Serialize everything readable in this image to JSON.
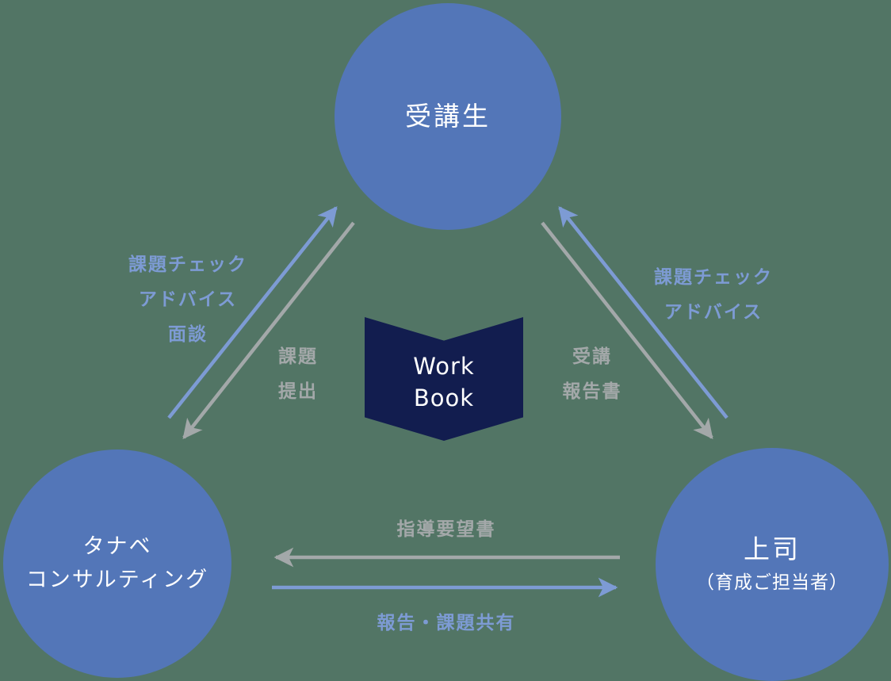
{
  "colors": {
    "bg": "#527565",
    "circle": "#5376b8",
    "book": "#121d4f",
    "blue": "#7d9bd4",
    "gray": "#a3a8a9",
    "white": "#ffffff"
  },
  "nodes": {
    "student": {
      "label": "受講生"
    },
    "tanabe": {
      "line1": "タナベ",
      "line2": "コンサルティング"
    },
    "boss": {
      "line1": "上司",
      "line2": "（育成ご担当者）"
    }
  },
  "center": {
    "line1": "Work",
    "line2": "Book"
  },
  "edges": {
    "tanabe_to_student": {
      "line1": "課題チェック",
      "line2": "アドバイス",
      "line3": "面談",
      "color": "blue",
      "direction": "up-to-student"
    },
    "student_to_tanabe": {
      "line1": "課題",
      "line2": "提出",
      "color": "gray",
      "direction": "down-to-tanabe"
    },
    "boss_to_student": {
      "line1": "課題チェック",
      "line2": "アドバイス",
      "color": "blue",
      "direction": "up-to-student"
    },
    "student_to_boss": {
      "line1": "受講",
      "line2": "報告書",
      "color": "gray",
      "direction": "down-to-boss"
    },
    "boss_to_tanabe": {
      "label": "指導要望書",
      "color": "gray",
      "direction": "left-to-tanabe"
    },
    "tanabe_to_boss": {
      "label": "報告・課題共有",
      "color": "blue",
      "direction": "right-to-boss"
    }
  }
}
